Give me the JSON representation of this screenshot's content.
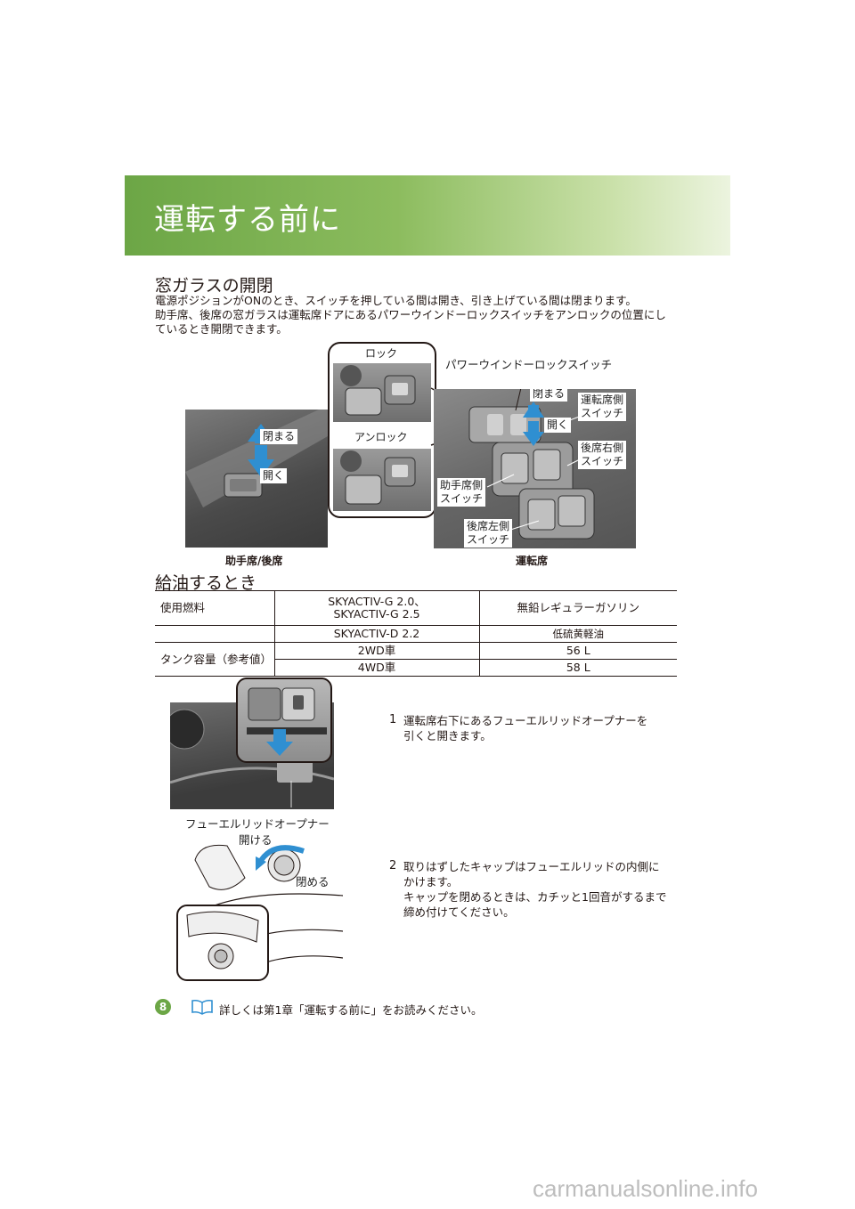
{
  "banner": {
    "title": "運転する前に"
  },
  "window_section": {
    "heading": "窓ガラスの開閉",
    "lines": [
      "電源ポジションがONのとき、スイッチを押している間は開き、引き上げている間は閉まります。",
      "助手席、後席の窓ガラスは運転席ドアにあるパワーウインドーロックスイッチをアンロックの位置にし",
      "ているとき開閉できます。"
    ],
    "left_photo": {
      "close": "閉まる",
      "open": "開く",
      "caption": "助手席/後席"
    },
    "inset": {
      "lock": "ロック",
      "unlock": "アンロック"
    },
    "right_photo": {
      "lock_switch": "パワーウインドーロックスイッチ",
      "close": "閉まる",
      "open": "開く",
      "driver_switch": [
        "運転席側",
        "スイッチ"
      ],
      "rear_right_switch": [
        "後席右側",
        "スイッチ"
      ],
      "passenger_switch": [
        "助手席側",
        "スイッチ"
      ],
      "rear_left_switch": [
        "後席左側",
        "スイッチ"
      ],
      "caption": "運転席"
    }
  },
  "fuel_section": {
    "heading": "給油するとき",
    "table": {
      "fuel_label": "使用燃料",
      "gasoline_engines": [
        "SKYACTIV-G 2.0、",
        "SKYACTIV-G 2.5"
      ],
      "gasoline_fuel": "無鉛レギュラーガソリン",
      "diesel_engine": "SKYACTIV-D 2.2",
      "diesel_fuel": "低硫黄軽油",
      "capacity_label": "タンク容量（参考値）",
      "rows": [
        {
          "drive": "2WD車",
          "capacity": "56 L"
        },
        {
          "drive": "4WD車",
          "capacity": "58 L"
        }
      ]
    },
    "opener_label": "フューエルリッドオープナー",
    "cap_open": "開ける",
    "cap_close": "閉める",
    "steps": [
      {
        "num": "1",
        "lines": [
          "運転席右下にあるフューエルリッドオープナーを",
          "引くと開きます。"
        ]
      },
      {
        "num": "2",
        "lines": [
          "取りはずしたキャップはフューエルリッドの内側に",
          "かけます。",
          "キャップを閉めるときは、カチッと1回音がするまで",
          "締め付けてください。"
        ]
      }
    ]
  },
  "footer": {
    "page_number": "8",
    "note": "詳しくは第1章「運転する前に」をお読みください。",
    "watermark": "carmanualsonline.info"
  },
  "colors": {
    "accent": "#6ca646",
    "arrow": "#2f8fd1"
  }
}
